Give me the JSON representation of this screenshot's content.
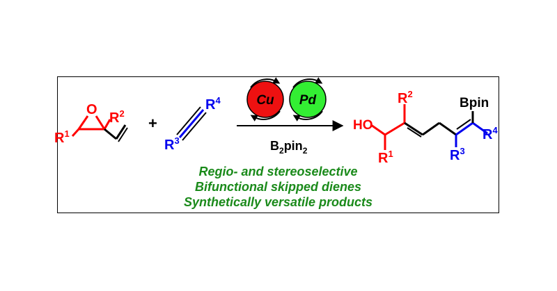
{
  "reactant1": {
    "O": "O",
    "R1_base": "R",
    "R1_sup": "1",
    "R2_base": "R",
    "R2_sup": "2"
  },
  "plus": "+",
  "reactant2": {
    "R4_base": "R",
    "R4_sup": "4",
    "R3_base": "R",
    "R3_sup": "3"
  },
  "catalysts": {
    "cu": "Cu",
    "pd": "Pd"
  },
  "reagent": {
    "base": "B",
    "sub": "2",
    "tail": "pin",
    "sub2": "2"
  },
  "product": {
    "HO": "HO",
    "Bpin": "Bpin",
    "R1_base": "R",
    "R1_sup": "1",
    "R2_base": "R",
    "R2_sup": "2",
    "R3_base": "R",
    "R3_sup": "3",
    "R4_base": "R",
    "R4_sup": "4"
  },
  "taglines": [
    "Regio- and stereoselective",
    "Bifunctional skipped dienes",
    "Synthetically versatile products"
  ],
  "colors": {
    "red": "#ff0000",
    "blue": "#0000ee",
    "green_circle": "#33ee33",
    "red_circle": "#ee1111",
    "text_green": "#1a8a1a",
    "black": "#000000"
  }
}
